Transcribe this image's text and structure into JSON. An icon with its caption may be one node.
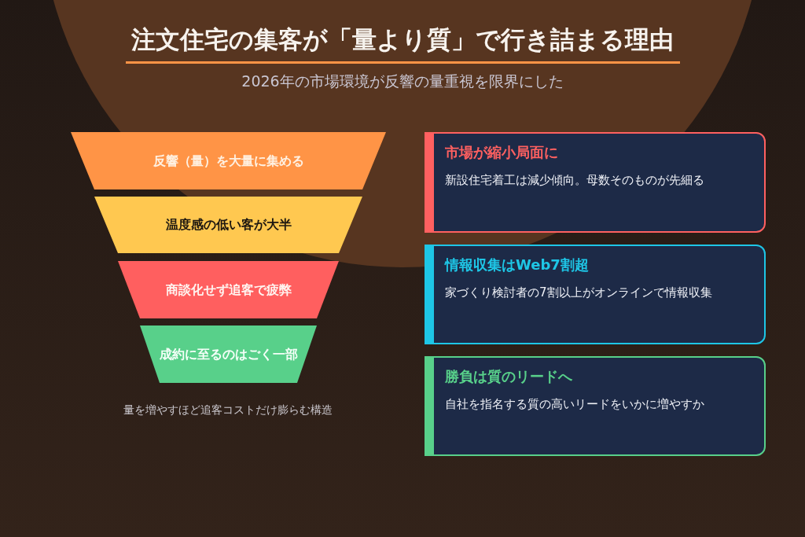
{
  "diagram": {
    "title": "注文住宅の集客が「量より質」で行き詰まる理由",
    "nodes": [
      {
        "text": [
          "反響（量）を大量に集める"
        ]
      },
      {
        "text": [
          "温度感の低い客が大半"
        ]
      },
      {
        "text": [
          "商談化せず追客で疲弊"
        ]
      },
      {
        "text": [
          "成約に至るのはごく一部"
        ]
      },
      {
        "text": [
          "市場が縮小局面に",
          "新設住宅着工は減少傾向。母数そのものが先細る"
        ]
      },
      {
        "text": [
          "情報収集はWeb7割超",
          "家づくり検討者の7割以上がオンラインで情報収集"
        ]
      },
      {
        "text": [
          "勝負は質のリードへ",
          "自社を指名する質の高いリードをいかに増やすか"
        ]
      }
    ],
    "labels": [
      "2026年の市場環境が反響の量重視を限界にした",
      "量を増やすほど追客コストだけ膨らむ構造"
    ]
  }
}
